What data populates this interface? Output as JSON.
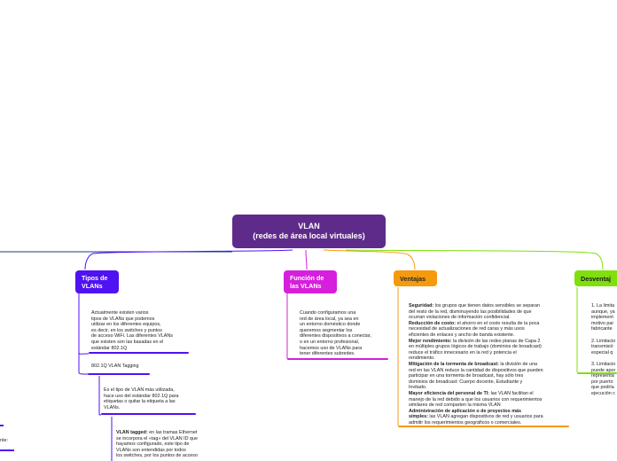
{
  "central": {
    "line1": "VLAN",
    "line2": "(redes de área local virtuales)"
  },
  "topics": {
    "tipos": {
      "line1": "Tipos de",
      "line2": "VLANs",
      "color": "#4f12f2"
    },
    "funcion": {
      "line1": "Función de",
      "line2": "las VLANs",
      "color": "#d61fdc"
    },
    "ventajas": {
      "label": "Ventajas",
      "color": "#f59a0c"
    },
    "desventajas": {
      "label": "Desventaj",
      "color": "#7fe00d"
    }
  },
  "tipos_note": [
    "Actualmente existen varios",
    "tipos de VLANs que podemos",
    "utilizar en los diferentes equipos,",
    "es decir, en los switches y puntos",
    "de acceso WiFi. Las diferentes VLANs",
    "que existen son las basadas en el",
    "estándar 802.1Q"
  ],
  "tagging_title": "802.1Q VLAN Tagging",
  "tagging_note": [
    "Es el tipo de VLAN más utilizada,",
    "hace uso del estándar 802.1Q para",
    "etiquetas o quitar la etiqueta a las",
    "VLANs."
  ],
  "tagged_bold": "VLAN tagged:",
  "tagged_rest": "en las tramas Ethernet",
  "tagged_lines": [
    "se incorpora el «tag» del VLAN ID que",
    "hayamos configurado, este tipo de",
    "VLANs son entendidas por todos",
    "los switches, por los puntos de acceso"
  ],
  "funcion_note": [
    "Cuando configuramos una",
    "red de área local, ya sea en",
    "un entorno doméstico donde",
    "queremos segmentar los",
    "diferentes dispositivos a conectar,",
    "o en un entorno profesional,",
    "hacemos uso de VLANs para",
    "tener diferentes subredes."
  ],
  "ventajas_items": [
    {
      "bold": "Seguridad:",
      "lines": [
        " los grupos que tienen datos sensibles se separan",
        "del resto de la red, disminuyendo las posibilidades de que",
        "ocurran violaciones de información confidencial."
      ]
    },
    {
      "bold": "Reducción de costo:",
      "lines": [
        " el ahorro en el costo resulta de la poca",
        "necesidad de actualizaciones de red caras y más usos",
        "eficientes de enlaces y ancho de banda existente."
      ]
    },
    {
      "bold": "Mejor rendimiento:",
      "lines": [
        " la división de las redes planas de Capa 2",
        "en múltiples grupos lógicos de trabajo (dominios de broadcast)",
        "reduce el tráfico innecesario en la red y potencia el",
        "rendimiento."
      ]
    },
    {
      "bold": "Mitigación de la tormenta de broadcast:",
      "lines": [
        " la división de una",
        "red en las VLAN reduce la cantidad de dispositivos que pueden",
        "participar en una tormenta de broadcast, hay sólo tres",
        "dominios de broadcast: Cuerpo docente, Estudiante y",
        "Invitado."
      ]
    },
    {
      "bold": "Mayor eficiencia del personal de TI:",
      "lines": [
        " las VLAN facilitan el",
        "manejo de la red debido a que los usuarios con requerimientos",
        "similares de red comparten la misma VLAN"
      ]
    },
    {
      "bold": "Administración de aplicación o de proyectos más",
      "lines": [
        "simples:|| las VLAN agregan dispositivos de red y usuarios para",
        "admitir los requerimientos geográficos o comerciales."
      ]
    }
  ],
  "desventajas_items": [
    [
      "1. La limita",
      "aunque, ya",
      "implement",
      "motivo par",
      "fabricante"
    ],
    [
      "2. Limitacio",
      "transmisió",
      "especial q"
    ],
    [
      "3. Limitacio",
      "puede apor",
      "representa",
      "por puerto",
      "que podría",
      "ejecución c"
    ]
  ],
  "left_fragment": "nte:"
}
